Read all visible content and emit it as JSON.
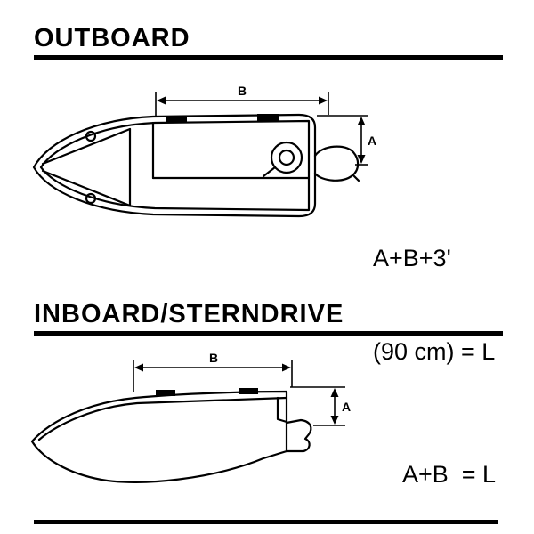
{
  "colors": {
    "ink": "#000000",
    "background": "#ffffff"
  },
  "outboard": {
    "title": "OUTBOARD",
    "dim_b_label": "B",
    "dim_a_label": "A",
    "formula_line1": "A+B+3'",
    "formula_line2": "(90 cm) = L"
  },
  "inboard": {
    "title": "INBOARD/STERNDRIVE",
    "dim_b_label": "B",
    "dim_a_label": "A",
    "formula": "A+B  = L"
  }
}
